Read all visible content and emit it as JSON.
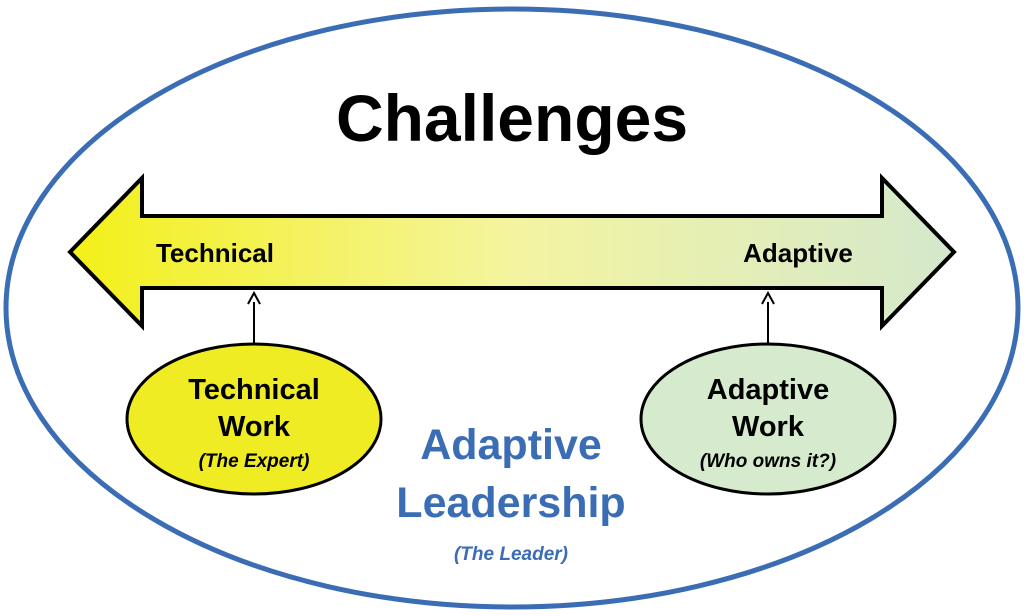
{
  "title": "Challenges",
  "spectrum": {
    "left_label": "Technical",
    "right_label": "Adaptive"
  },
  "technical_work": {
    "line1": "Technical",
    "line2": "Work",
    "subtitle": "(The Expert)"
  },
  "adaptive_work": {
    "line1": "Adaptive",
    "line2": "Work",
    "subtitle": "(Who owns it?)"
  },
  "center": {
    "line1": "Adaptive",
    "line2": "Leadership",
    "subtitle": "(The Leader)"
  },
  "colors": {
    "outline_blue": "#3a6db4",
    "arrow_left": "#f3f018",
    "arrow_mid": "#f4f4a0",
    "arrow_right": "#d4e8cc",
    "technical_fill": "#f0ec24",
    "adaptive_fill": "#d6ebce",
    "leadership_text": "#3a6db4"
  }
}
